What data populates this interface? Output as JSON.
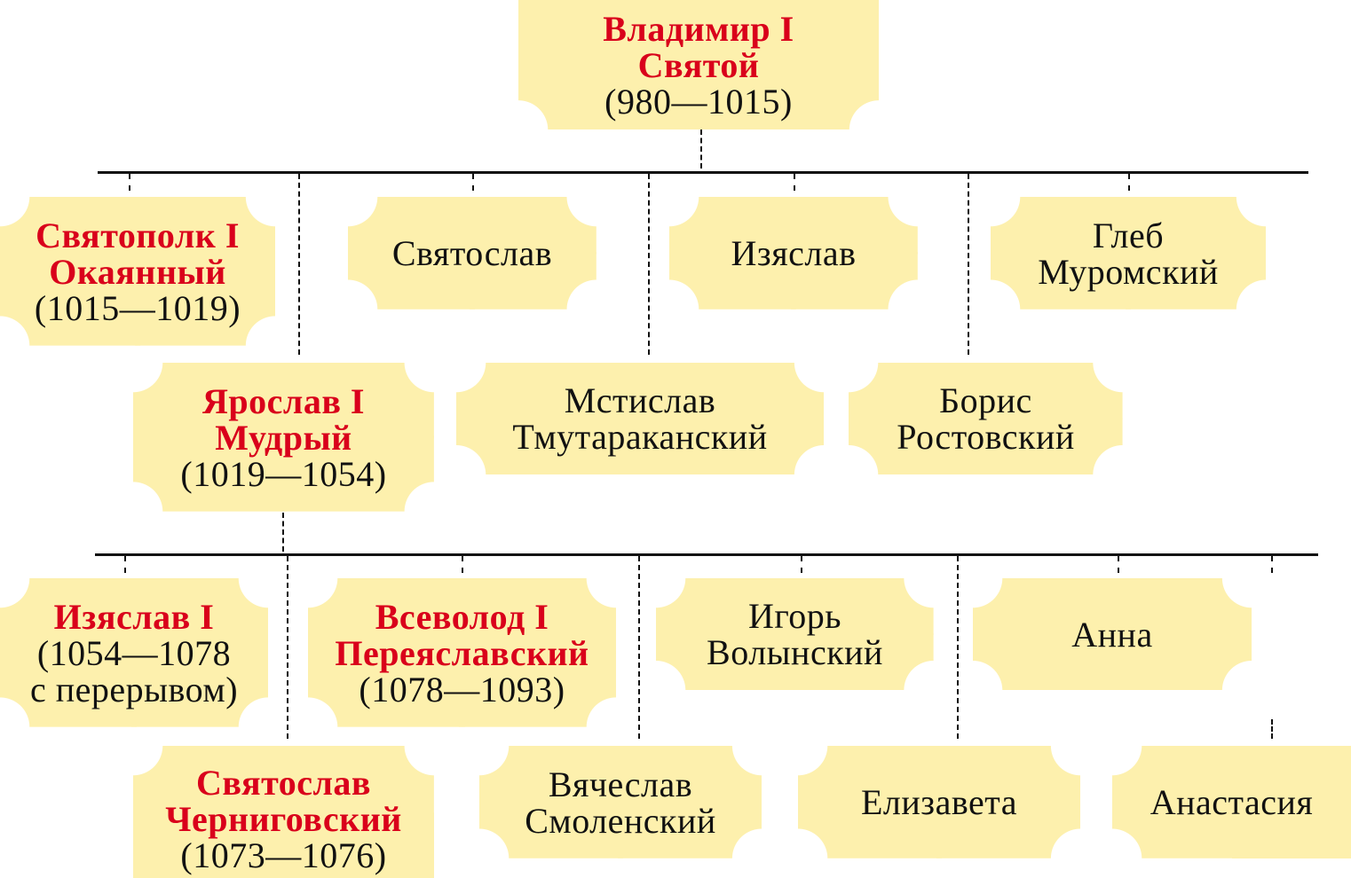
{
  "colors": {
    "box": "#fdf0ad",
    "ruler_name": "#d9001b",
    "text": "#111111"
  },
  "boxes": [
    {
      "id": "vladimir",
      "lines": [
        {
          "text": "Владимир I",
          "red": true
        },
        {
          "text": "Святой",
          "red": true
        },
        {
          "text": "(980—1015)"
        }
      ]
    },
    {
      "id": "svyatopolk",
      "lines": [
        {
          "text": "Святополк I",
          "red": true
        },
        {
          "text": "Окаянный",
          "red": true
        },
        {
          "text": "(1015—1019)"
        }
      ]
    },
    {
      "id": "svyatoslav",
      "lines": [
        {
          "text": "Святослав"
        }
      ]
    },
    {
      "id": "izyaslav",
      "lines": [
        {
          "text": "Изяслав"
        }
      ]
    },
    {
      "id": "gleb",
      "lines": [
        {
          "text": "Глеб"
        },
        {
          "text": "Муромский"
        }
      ]
    },
    {
      "id": "yaroslav",
      "lines": [
        {
          "text": "Ярослав I",
          "red": true
        },
        {
          "text": "Мудрый",
          "red": true
        },
        {
          "text": "(1019—1054)"
        }
      ]
    },
    {
      "id": "mstislav",
      "lines": [
        {
          "text": "Мстислав"
        },
        {
          "text": "Тмутараканский"
        }
      ]
    },
    {
      "id": "boris",
      "lines": [
        {
          "text": "Борис"
        },
        {
          "text": "Ростовский"
        }
      ]
    },
    {
      "id": "izyaslav-i",
      "lines": [
        {
          "text": "Изяслав I",
          "red": true
        },
        {
          "text": "(1054—1078"
        },
        {
          "text": "с перерывом)"
        }
      ]
    },
    {
      "id": "vsevolod",
      "lines": [
        {
          "text": "Всеволод I",
          "red": true
        },
        {
          "text": "Переяславский",
          "red": true
        },
        {
          "text": "(1078—1093)"
        }
      ]
    },
    {
      "id": "igor",
      "lines": [
        {
          "text": "Игорь"
        },
        {
          "text": "Волынский"
        }
      ]
    },
    {
      "id": "anna",
      "lines": [
        {
          "text": "Анна"
        }
      ]
    },
    {
      "id": "svyatoslav-chernigov",
      "lines": [
        {
          "text": "Святослав",
          "red": true
        },
        {
          "text": "Черниговский",
          "red": true
        },
        {
          "text": "(1073—1076)"
        }
      ]
    },
    {
      "id": "vyacheslav",
      "lines": [
        {
          "text": "Вячеслав"
        },
        {
          "text": "Смоленский"
        }
      ]
    },
    {
      "id": "elizaveta",
      "lines": [
        {
          "text": "Елизавета"
        }
      ]
    },
    {
      "id": "anastasia",
      "lines": [
        {
          "text": "Анастасия"
        }
      ]
    }
  ]
}
